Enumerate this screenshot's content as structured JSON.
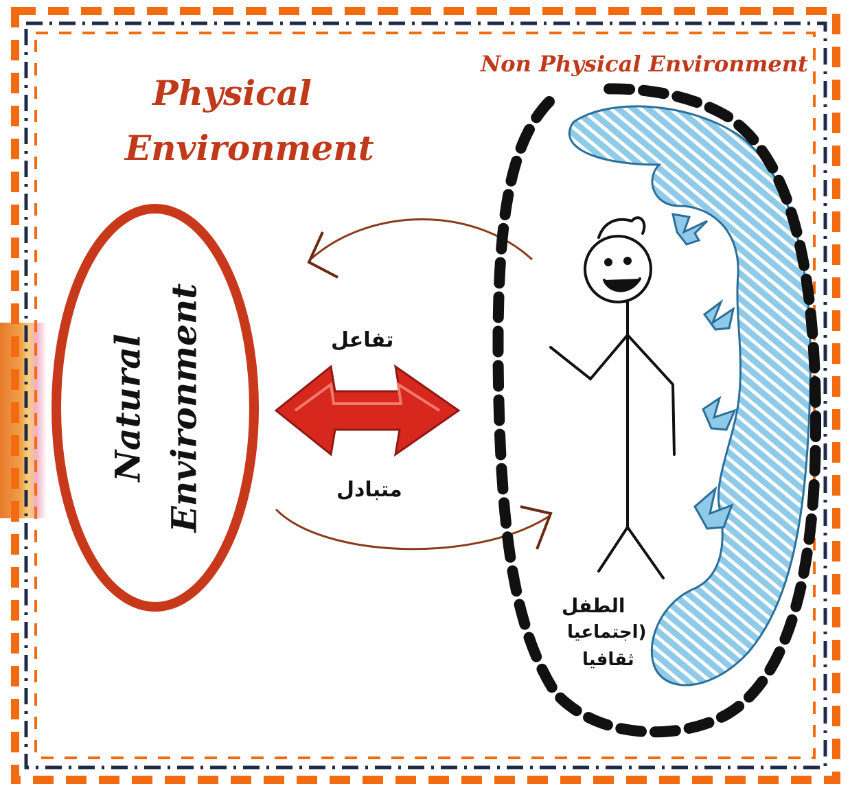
{
  "labels": {
    "non_physical": "Non Physical Environment",
    "physical_line1": "Physical",
    "physical_line2": "Environment",
    "natural_line1": "Natural",
    "natural_line2": "Environment",
    "arabic_interaction": "تفاعل",
    "arabic_mutual": "متبادل",
    "arabic_child_line1": "الطفل",
    "arabic_child_line2": "(اجتماعيا",
    "arabic_child_line3": "ثقافيا"
  },
  "colors": {
    "frame_orange": "#f26b10",
    "frame_navy": "#1e2a4a",
    "title_red": "#c0391b",
    "ellipse_red": "#c8391b",
    "double_arrow_red": "#d8281e",
    "curve_brown": "#8a3a1a",
    "cloud_blue": "#8fcbe8",
    "cloud_stripe": "#ffffff",
    "cloud_outline": "#2a6f9a",
    "dashed_black": "#111111"
  }
}
